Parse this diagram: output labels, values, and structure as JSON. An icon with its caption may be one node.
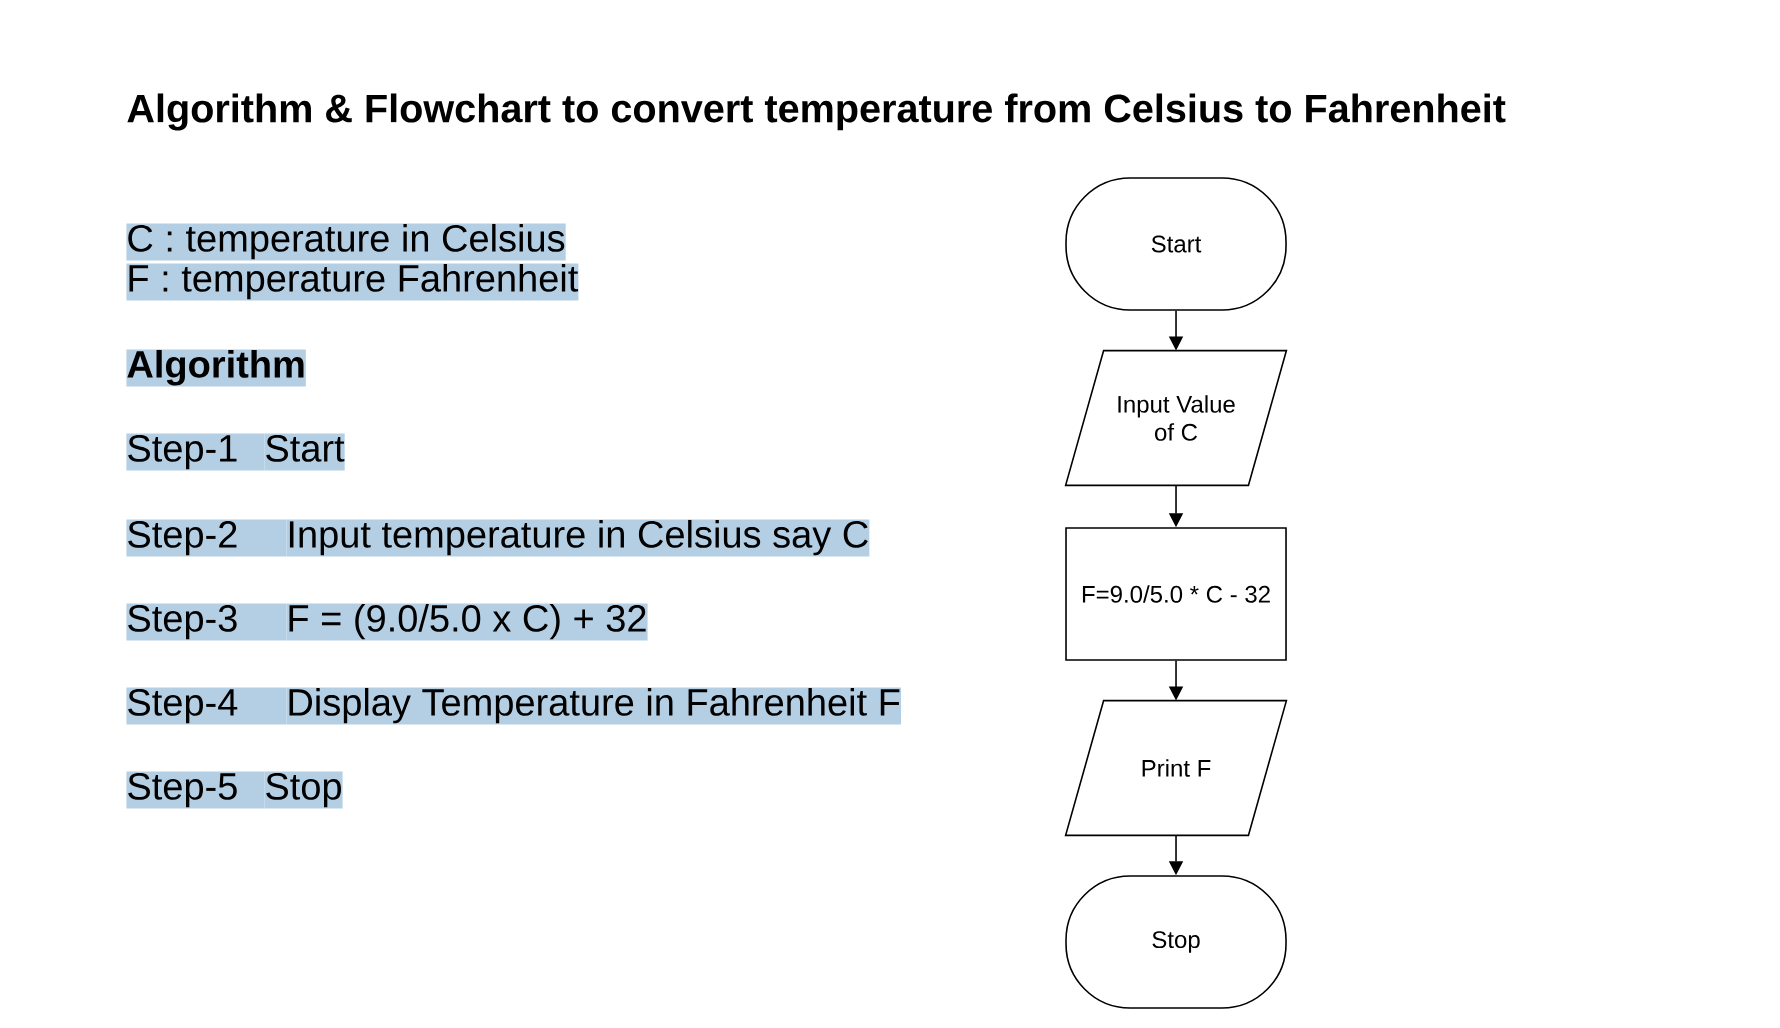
{
  "diagram": {
    "title": "Algorithm & Flowchart to convert temperature from Celsius to Fahrenheit",
    "nodes": [
      {
        "text": [
          "Start"
        ]
      },
      {
        "text": [
          "Input Value of C"
        ]
      },
      {
        "text": [
          "F=9.0/5.0 * C - 32"
        ]
      },
      {
        "text": [
          "Print F"
        ]
      },
      {
        "text": [
          "Stop"
        ]
      }
    ],
    "edges": [
      {
        "from": 0,
        "to": 1,
        "arrow": "to"
      },
      {
        "from": 1,
        "to": 2,
        "arrow": "to"
      },
      {
        "from": 2,
        "to": 3,
        "arrow": "to"
      },
      {
        "from": 3,
        "to": 4,
        "arrow": "to"
      }
    ],
    "labels": [
      "C : temperature in Celsius",
      "F : temperature Fahrenheit",
      "Algorithm",
      "Step-1",
      "Start",
      "Step-2",
      "Input temperature in Celsius say C",
      "Step-3",
      "F = (9.0/5.0 x C) + 32",
      "Step-4",
      "Display Temperature in Fahrenheit F",
      "Step-5",
      "Stop"
    ]
  }
}
